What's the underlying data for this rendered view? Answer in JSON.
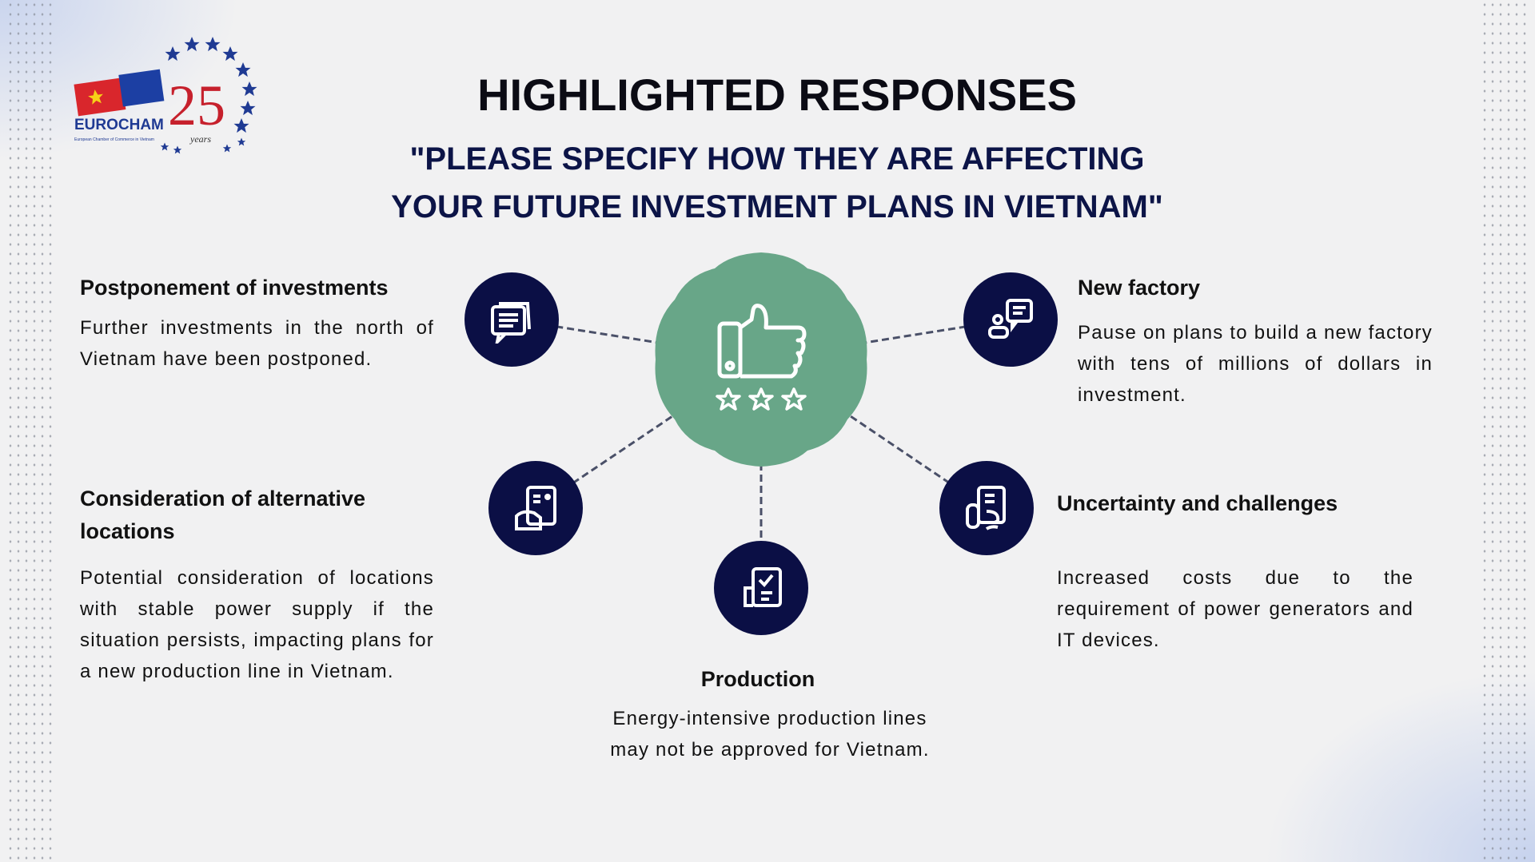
{
  "logo": {
    "name": "EUROCHAM",
    "tagline": "European Chamber of Commerce in Vietnam",
    "anniversary": "25",
    "years": "years"
  },
  "header": {
    "title": "HIGHLIGHTED RESPONSES",
    "question_line1": "\"PLEASE SPECIFY HOW THEY ARE AFFECTING",
    "question_line2": "YOUR FUTURE INVESTMENT PLANS IN VIETNAM\""
  },
  "colors": {
    "navy": "#0b0f45",
    "green": "#68a688",
    "dash": "#4a5068"
  },
  "items": [
    {
      "title": "Postponement of investments",
      "body": "Further investments in the north of Vietnam have been postponed.",
      "icon": "chat-messages-icon"
    },
    {
      "title": "New factory",
      "body": "Pause on plans to build a new factory with tens of millions of dollars in investment.",
      "icon": "user-chat-icon"
    },
    {
      "title_line1": "Consideration of alternative",
      "title_line2": "locations",
      "body": "Potential consideration of locations with stable power supply if the situation persists, impacting plans for a new production line in Vietnam.",
      "icon": "document-hand-icon"
    },
    {
      "title": "Production",
      "body_line1": "Energy-intensive production lines",
      "body_line2": "may not be approved for Vietnam.",
      "icon": "checklist-icon"
    },
    {
      "title": "Uncertainty and challenges",
      "body": "Increased costs due to the requirement of power generators and IT devices.",
      "icon": "document-refresh-icon"
    }
  ],
  "center_icon": "thumbs-up-rating-icon"
}
